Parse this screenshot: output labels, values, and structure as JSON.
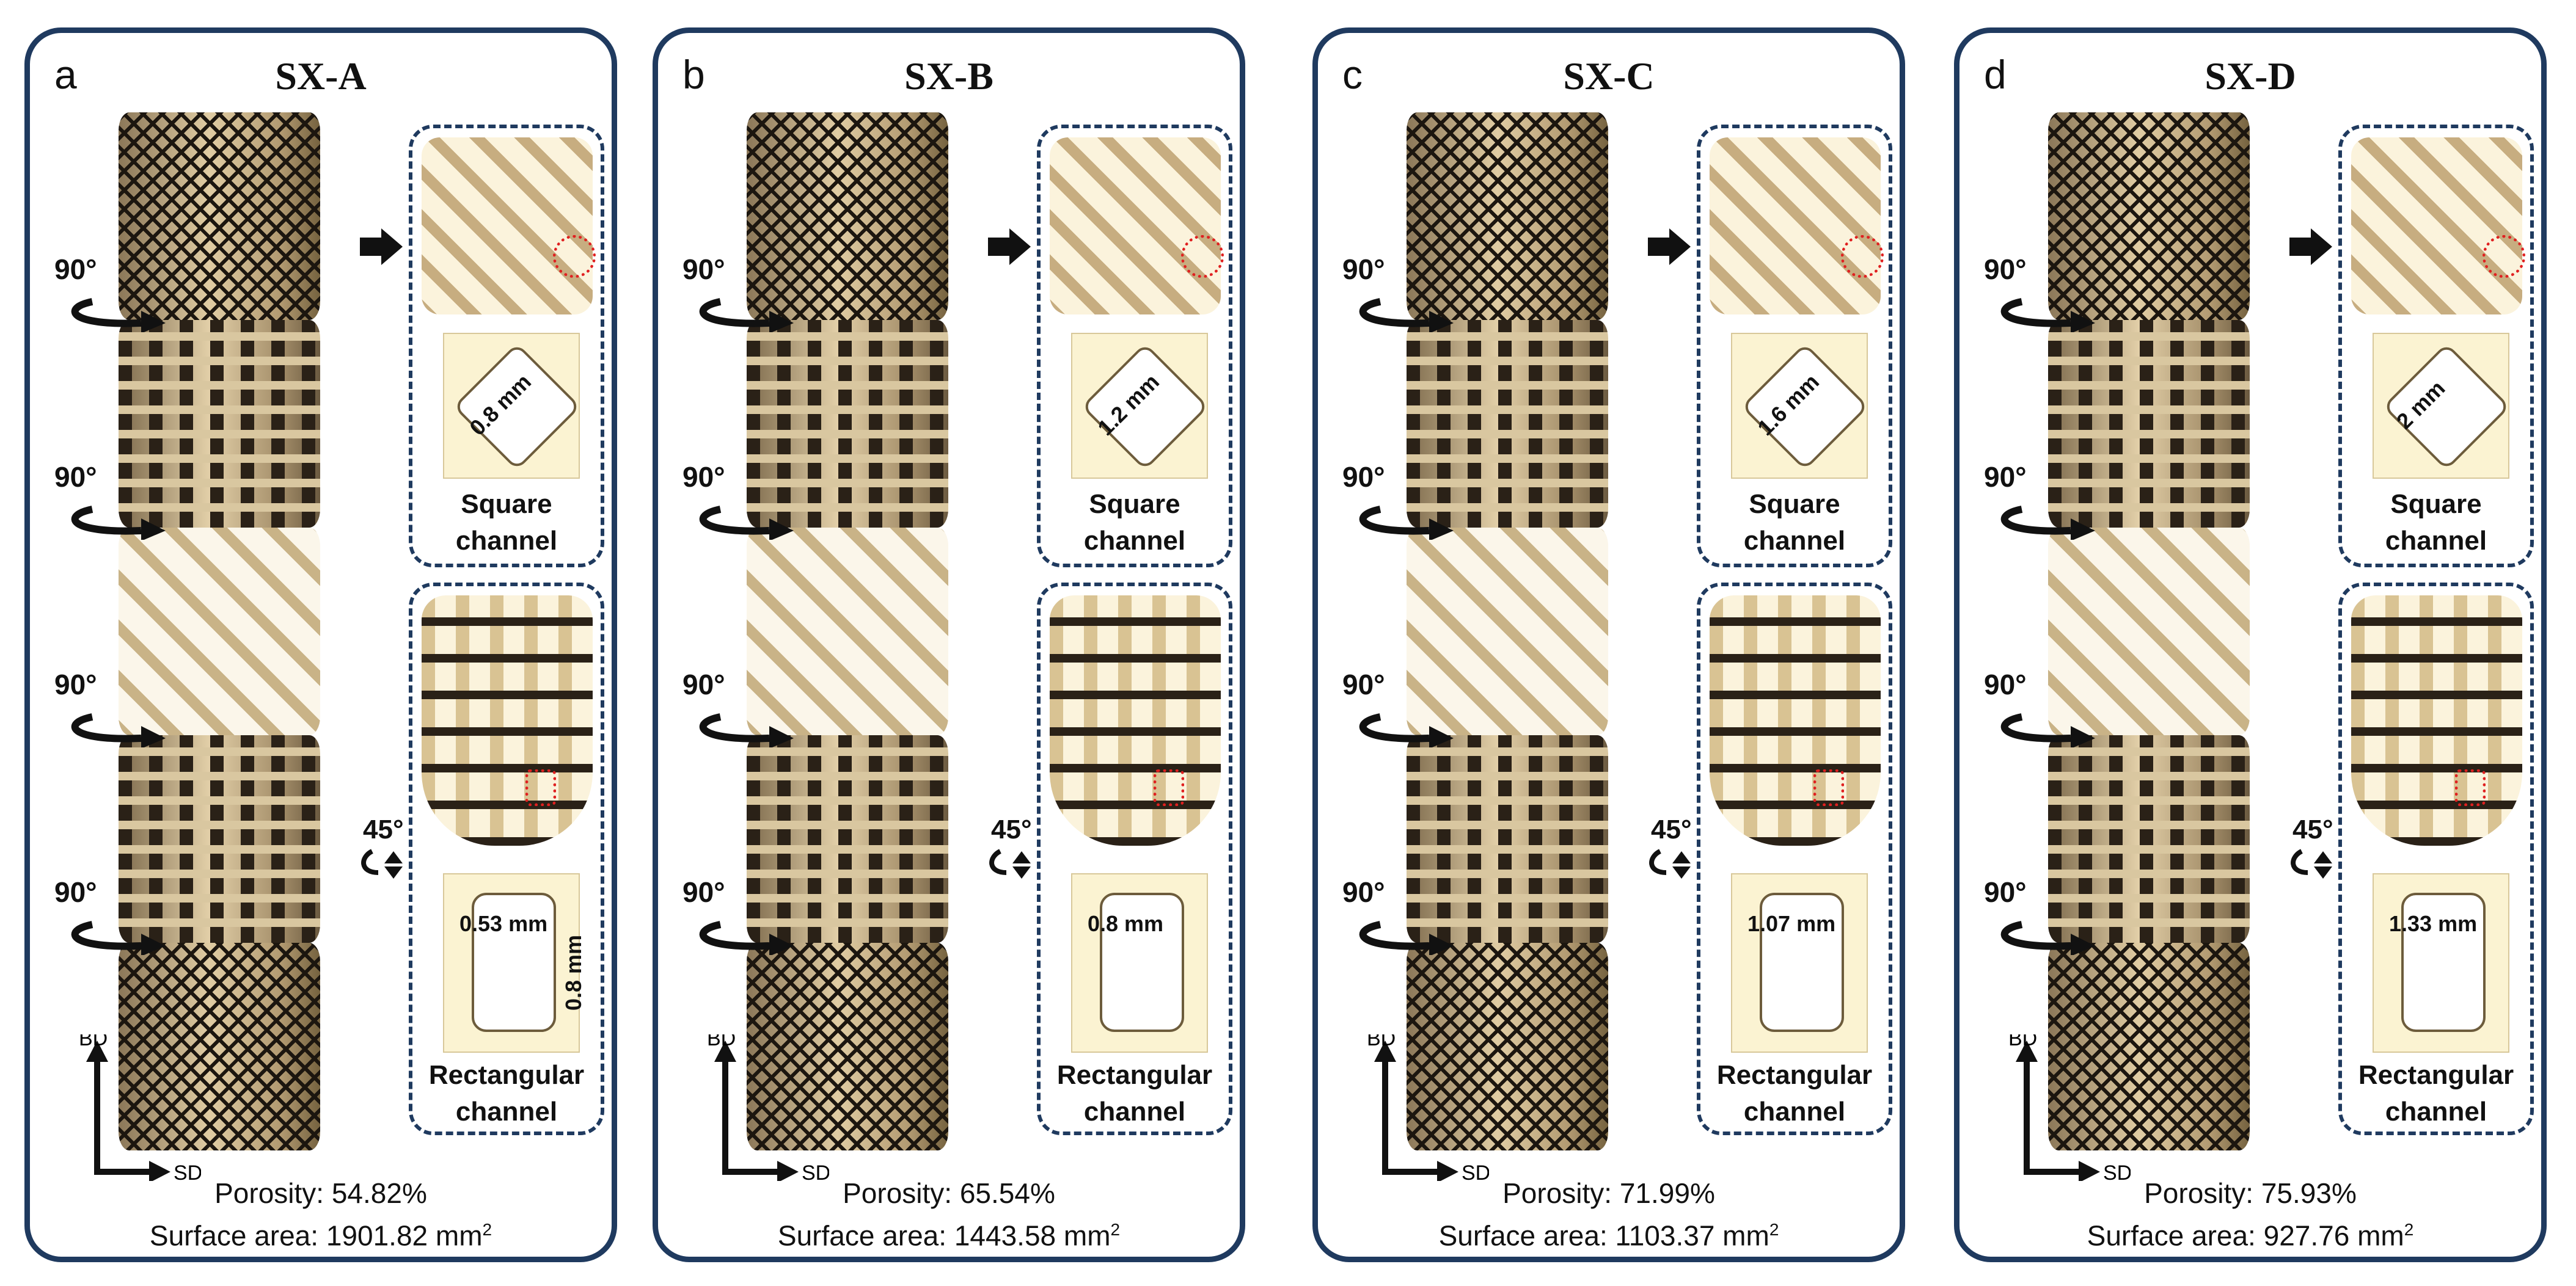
{
  "panels": [
    {
      "letter": "a",
      "title": "SX-A",
      "square_dim": "0.8 mm",
      "rect_width": "0.53 mm",
      "rect_height": "0.8 mm",
      "porosity": "Porosity: 54.82%",
      "surface": "Surface area: 1901.82 mm",
      "surface_sup": "2"
    },
    {
      "letter": "b",
      "title": "SX-B",
      "square_dim": "1.2 mm",
      "rect_width": "0.8 mm",
      "rect_height": "",
      "porosity": "Porosity: 65.54%",
      "surface": "Surface area: 1443.58 mm",
      "surface_sup": "2"
    },
    {
      "letter": "c",
      "title": "SX-C",
      "square_dim": "1.6 mm",
      "rect_width": "1.07 mm",
      "rect_height": "",
      "porosity": "Porosity: 71.99%",
      "surface": "Surface area: 1103.37 mm",
      "surface_sup": "2"
    },
    {
      "letter": "d",
      "title": "SX-D",
      "square_dim": "2 mm",
      "rect_width": "1.33 mm",
      "rect_height": "",
      "porosity": "Porosity: 75.93%",
      "surface": "Surface area: 927.76 mm",
      "surface_sup": "2"
    }
  ],
  "labels": {
    "rotation_90": "90°",
    "rotation_45": "45°",
    "square_caption_1": "Square",
    "square_caption_2": "channel",
    "rect_caption_1": "Rectangular",
    "rect_caption_2": "channel",
    "axis_bd": "BD",
    "axis_sd": "SD"
  },
  "colors": {
    "frame": "#1f3a5f",
    "highlight": "#e02020",
    "lattice": "#d8c59d"
  },
  "icons": [
    "rotate-arrow-icon",
    "right-arrow-icon",
    "rotate-45-icon",
    "axis-arrows-icon"
  ]
}
